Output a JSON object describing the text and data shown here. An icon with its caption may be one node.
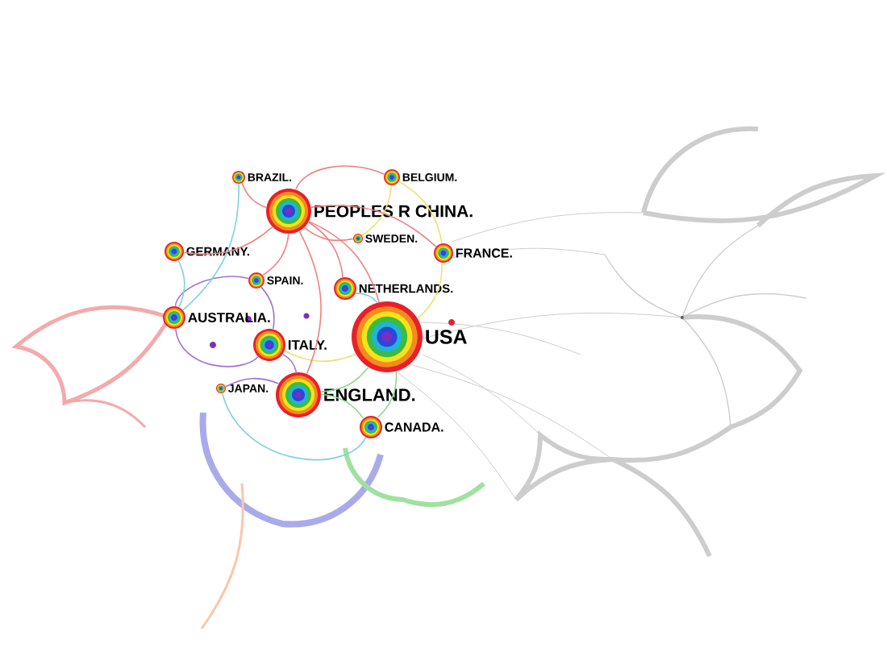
{
  "diagram": {
    "nodes": [
      {
        "text": [
          "PEOPLES R CHINA."
        ]
      },
      {
        "text": [
          "BRAZIL."
        ]
      },
      {
        "text": [
          "BELGIUM."
        ]
      },
      {
        "text": [
          "GERMANY."
        ]
      },
      {
        "text": [
          "SWEDEN."
        ]
      },
      {
        "text": [
          "FRANCE."
        ]
      },
      {
        "text": [
          "SPAIN."
        ]
      },
      {
        "text": [
          "NETHERLANDS."
        ]
      },
      {
        "text": [
          "AUSTRALIA."
        ]
      },
      {
        "text": [
          "USA"
        ]
      },
      {
        "text": [
          "ITALY."
        ]
      },
      {
        "text": [
          "JAPAN."
        ]
      },
      {
        "text": [
          "ENGLAND."
        ]
      },
      {
        "text": [
          "CANADA."
        ]
      }
    ],
    "edges": [
      {
        "from": 0,
        "to": 9,
        "arrow": "none",
        "color": "#f08080"
      },
      {
        "from": 0,
        "to": 3,
        "arrow": "none",
        "color": "#f08080"
      },
      {
        "from": 0,
        "to": 1,
        "arrow": "none",
        "color": "#f08080"
      },
      {
        "from": 9,
        "to": 12,
        "arrow": "none",
        "color": "#90d890"
      },
      {
        "from": 9,
        "to": 13,
        "arrow": "none",
        "color": "#90d890"
      },
      {
        "from": 10,
        "to": 12,
        "arrow": "none",
        "color": "#a070d8"
      },
      {
        "from": 8,
        "to": 10,
        "arrow": "none",
        "color": "#a070d8"
      },
      {
        "from": 11,
        "to": 12,
        "arrow": "none",
        "color": "#a070d8"
      },
      {
        "from": 6,
        "to": 10,
        "arrow": "none",
        "color": "#a070d8"
      },
      {
        "from": 5,
        "to": 9,
        "arrow": "none",
        "color": "#f0e070"
      },
      {
        "from": 7,
        "to": 9,
        "arrow": "none",
        "color": "#80d0e0"
      },
      {
        "from": 2,
        "to": 0,
        "arrow": "none",
        "color": "#f08080"
      },
      {
        "from": 4,
        "to": 0,
        "arrow": "none",
        "color": "#f08080"
      },
      {
        "from": 12,
        "to": 13,
        "arrow": "none",
        "color": "#90d890"
      },
      {
        "from": 0,
        "to": 7,
        "arrow": "none",
        "color": "#f08080"
      },
      {
        "from": 11,
        "to": 13,
        "arrow": "none",
        "color": "#80d0e0"
      },
      {
        "from": 6,
        "to": 8,
        "arrow": "none",
        "color": "#a070d8"
      },
      {
        "from": 1,
        "to": 8,
        "arrow": "none",
        "color": "#80d0e0"
      },
      {
        "from": 2,
        "to": 5,
        "arrow": "none",
        "color": "#f0e070"
      },
      {
        "from": 2,
        "to": 4,
        "arrow": "none",
        "color": "#f0e070"
      },
      {
        "from": 0,
        "to": 6,
        "arrow": "none",
        "color": "#f08080"
      },
      {
        "from": 3,
        "to": 8,
        "arrow": "none",
        "color": "#80d0e0"
      },
      {
        "from": 9,
        "to": 10,
        "arrow": "none",
        "color": "#f0e070"
      },
      {
        "from": 0,
        "to": 12,
        "arrow": "none",
        "color": "#f08080"
      },
      {
        "from": 0,
        "to": 5,
        "arrow": "none",
        "color": "#f08080"
      }
    ]
  }
}
